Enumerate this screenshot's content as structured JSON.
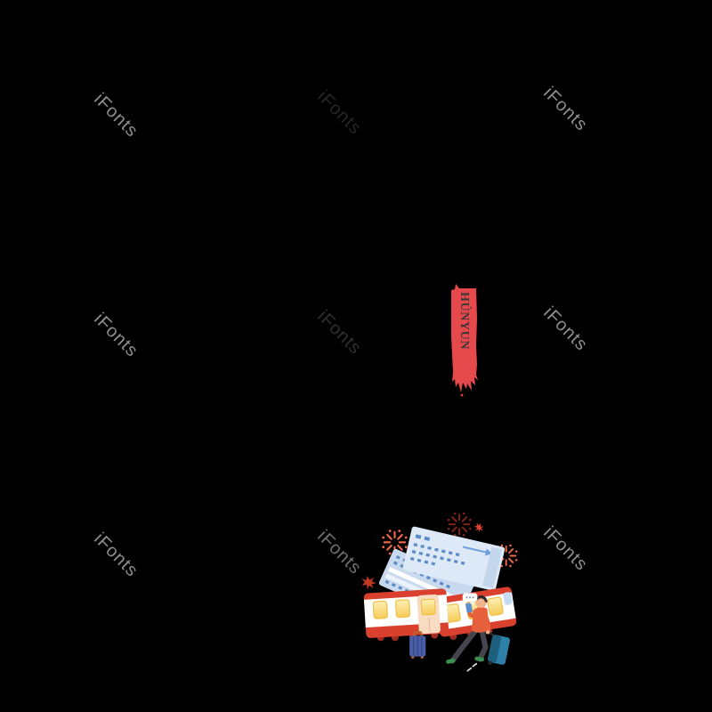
{
  "page": {
    "background": "#000000"
  },
  "watermark": {
    "text": "iFonts",
    "tones": {
      "light": "#8E8E8E",
      "dark1": "#262626",
      "dark2": "#2F2F2F",
      "medium": "#6F6F6F"
    }
  },
  "banner": {
    "text": "HÚNYUN",
    "background_color": "#E5494B",
    "text_color": "#3E3839"
  },
  "illustration": {
    "label": "train-travel-scene",
    "colors": {
      "train_red": "#D9412E",
      "wheel_dark_red": "#9C2C20",
      "train_body": "#FFFFFF",
      "window_yellow_light": "#FDF0B6",
      "window_yellow": "#F5CB55",
      "window_border": "#EFC14C",
      "door_cream": "#F8DCC2",
      "door_line": "#E3B896",
      "windshield_blue": "#C7DCF0",
      "ticket_front": "#DDE9F6",
      "ticket_back": "#C9DAEE",
      "ticket_detail_blue": "#5D8CC9",
      "ticket_arrow_blue": "#6FA0DC",
      "ticket_tab": "#C3D6EC",
      "sweater_orange": "#E7603C",
      "pants_gray": "#45454E",
      "shoes_green": "#3E9050",
      "skin": "#F2B28A",
      "hair_dark": "#33282C",
      "phone_blue": "#5E8ECC",
      "big_suitcase_dark": "#1E5F7E",
      "big_suitcase_light": "#2E80A8",
      "trolley_rod": "#2B2B33",
      "small_suitcase_blue": "#4A5FA5",
      "small_suitcase_rib": "#39498F",
      "small_suitcase_handle": "#B06A35",
      "firework_orange": "#F06A4A",
      "firework_dark_red": "#7E2518",
      "leaf_red": "#C03A20",
      "spark_red": "#E0442C",
      "bubble_white": "#FFFFFF",
      "bubble_dot_gray": "#9AA3B5",
      "motion_tick": "#E8E8E8"
    }
  }
}
